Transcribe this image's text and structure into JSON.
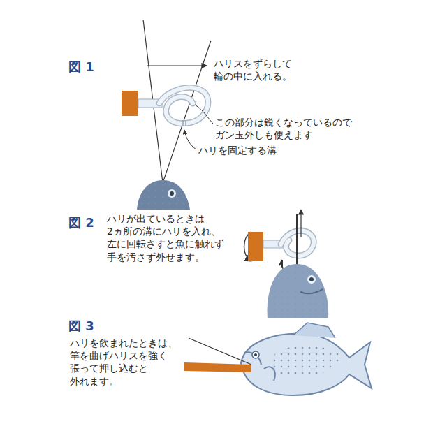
{
  "diagram": {
    "labels": [
      "図 1",
      "ハリスをずらして 輪の中に入れる。",
      "この部分は鋭くなっているので ガン玉外しも使えます",
      "ハリを固定する溝",
      "図 2",
      "ハリが出ているときは 2ヵ所の溝にハリを入れ、 左に回転さすと魚に触れず 手を汚さず外せます。",
      "図 3",
      "ハリを飲まれたときは、 竿を曲げハリスを強く 張って押し込むと 外れます。"
    ]
  }
}
